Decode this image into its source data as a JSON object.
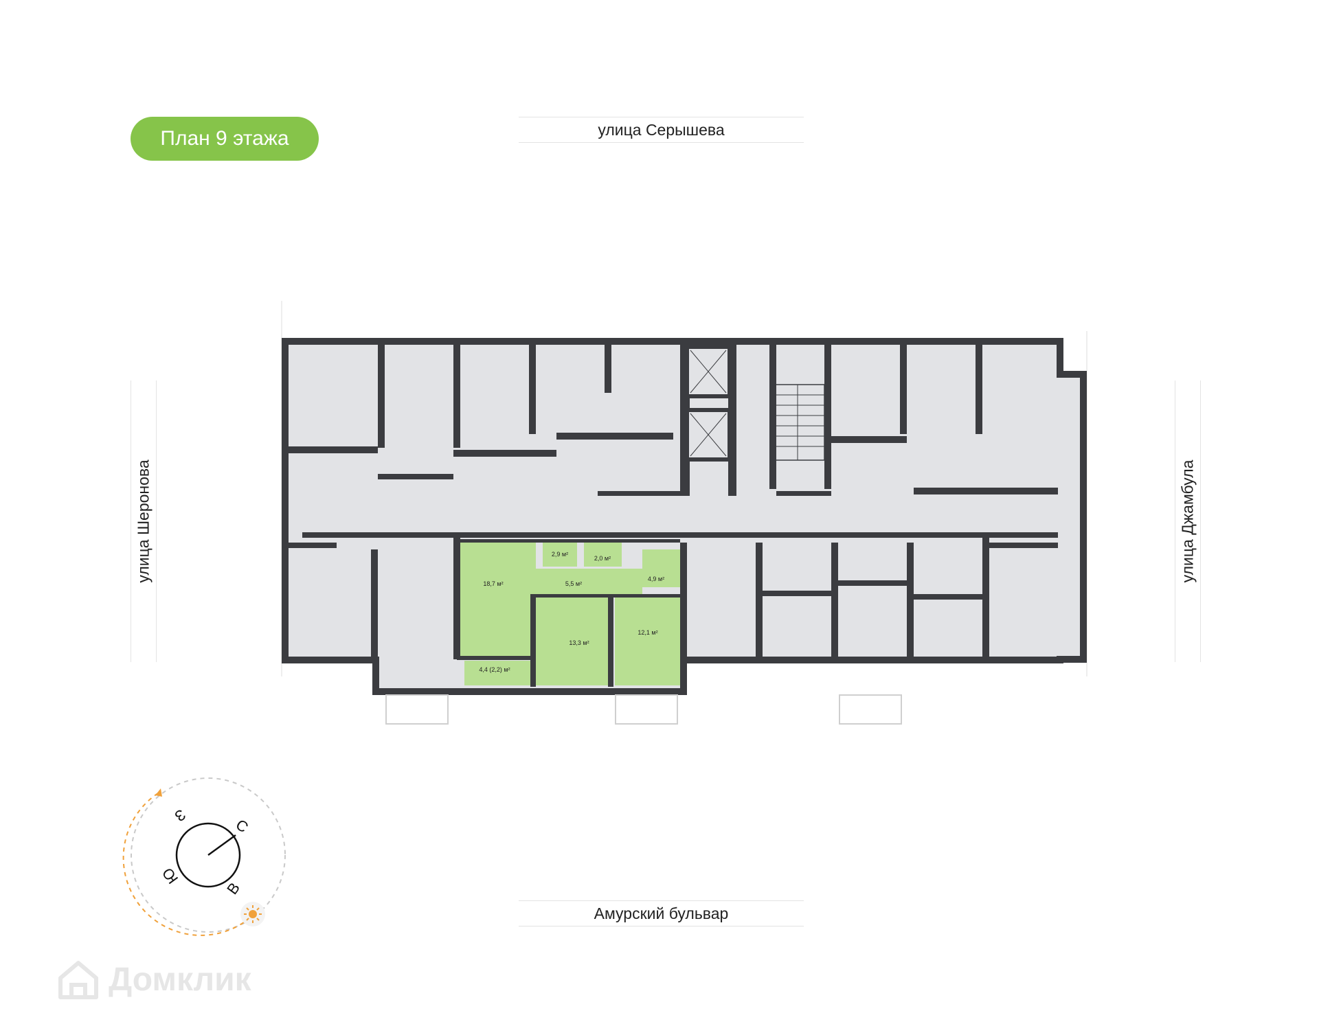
{
  "title": "План 9 этажа",
  "streets": {
    "top": "улица Серышева",
    "bottom": "Амурский бульвар",
    "left": "улица Шеронова",
    "right": "улица Джамбула"
  },
  "rooms": [
    {
      "id": "living",
      "label": "18,7 м²"
    },
    {
      "id": "bedroom1",
      "label": "13,3 м²"
    },
    {
      "id": "bedroom2",
      "label": "12,1 м²"
    },
    {
      "id": "hall",
      "label": "5,5 м²"
    },
    {
      "id": "storage",
      "label": "2,9 м²"
    },
    {
      "id": "wc",
      "label": "2,0 м²"
    },
    {
      "id": "bath",
      "label": "4,9 м²"
    },
    {
      "id": "balcony",
      "label": "4,4 (2,2) м²"
    }
  ],
  "compass": {
    "north": "С",
    "east": "В",
    "south": "Ю",
    "west": "З"
  },
  "watermark": "Домклик",
  "colors": {
    "accent": "#86c44a",
    "highlight": "#b8df92",
    "room": "#e2e3e6",
    "wall": "#3b3c40",
    "sun": "#f0a13b"
  }
}
